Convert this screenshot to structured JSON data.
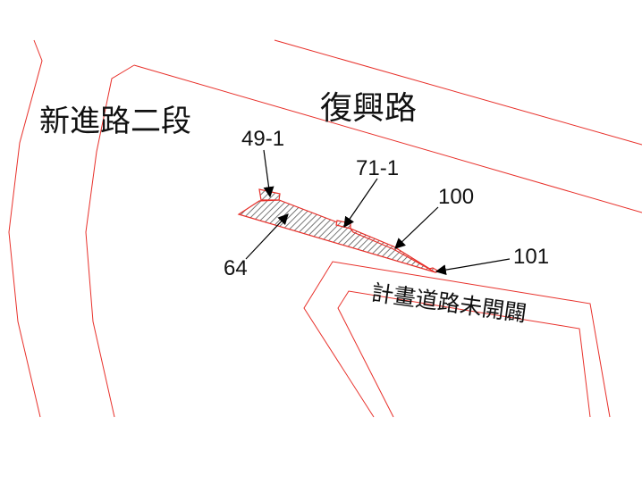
{
  "roads": {
    "north": "復興路",
    "west": "新進路二段",
    "planned": "計畫道路未開闢"
  },
  "parcels": [
    {
      "id": "49-1"
    },
    {
      "id": "71-1"
    },
    {
      "id": "100"
    },
    {
      "id": "101"
    },
    {
      "id": "64"
    }
  ],
  "colors": {
    "boundary": "#e8302a",
    "hatch": "#555555",
    "arrow": "#000000"
  }
}
